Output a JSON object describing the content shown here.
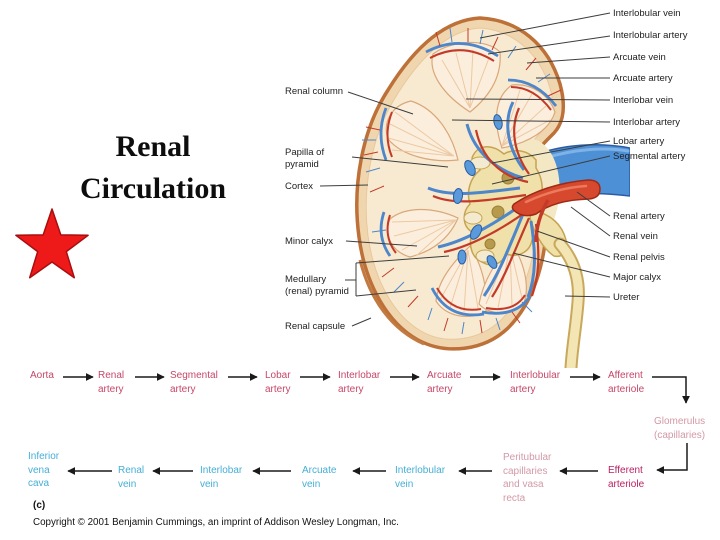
{
  "slide": {
    "title": "Renal\nCirculation",
    "figure_label": "(c)",
    "copyright": "Copyright © 2001 Benjamin Cummings, an imprint of Addison Wesley Longman, Inc."
  },
  "diagram": {
    "left_labels": [
      "Renal column",
      "Papilla of\npyramid",
      "Cortex",
      "Minor calyx",
      "Medullary\n(renal) pyramid",
      "Renal capsule"
    ],
    "right_labels": [
      "Interlobular vein",
      "Interlobular artery",
      "Arcuate vein",
      "Arcuate artery",
      "Interlobar vein",
      "Interlobar artery",
      "Lobar artery",
      "Segmental artery",
      "Renal artery",
      "Renal vein",
      "Renal pelvis",
      "Major calyx",
      "Ureter"
    ]
  },
  "flowchart": {
    "arterial_path": [
      "Aorta",
      "Renal\nartery",
      "Segmental\nartery",
      "Lobar\nartery",
      "Interlobar\nartery",
      "Arcuate\nartery",
      "Interlobular\nartery",
      "Afferent\narteriole"
    ],
    "glomerulus_label": "Glomerulus\n(capillaries)",
    "venous_path": [
      "Inferior\nvena\ncava",
      "Renal\nvein",
      "Interlobar\nvein",
      "Arcuate\nvein",
      "Interlobular\nvein",
      "Peritubular\ncapillaries\nand vasa\nrecta",
      "Efferent\narteriole"
    ],
    "colors": {
      "artery_label": "#c54768",
      "efferent_label": "#bb2060",
      "vein_label": "#45aed6",
      "capillary_label": "#d299a7",
      "star_red": "#ee1a1a"
    }
  }
}
